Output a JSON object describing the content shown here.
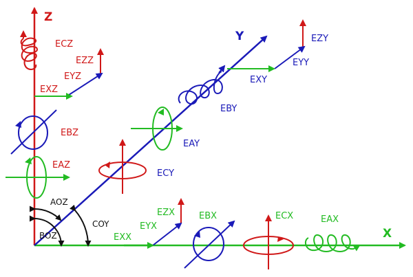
{
  "colors": {
    "red": "#d01818",
    "green": "#22bb22",
    "blue": "#1a1ab8",
    "black": "#111111"
  },
  "axes": {
    "x": "X",
    "y": "Y",
    "z": "Z"
  },
  "labels": {
    "ecz": "ECZ",
    "ezz": "EZZ",
    "eyz": "EYZ",
    "exz": "EXZ",
    "ebz": "EBZ",
    "eaz": "EAZ",
    "ezy": "EZY",
    "eyy": "EYY",
    "exy": "EXY",
    "eby": "EBY",
    "eay": "EAY",
    "ecy": "ECY",
    "aoz": "AOZ",
    "boz": "BOZ",
    "coy": "COY",
    "ezx": "EZX",
    "eyx": "EYX",
    "exx": "EXX",
    "ebx": "EBX",
    "ecx": "ECX",
    "eax": "EAX"
  }
}
